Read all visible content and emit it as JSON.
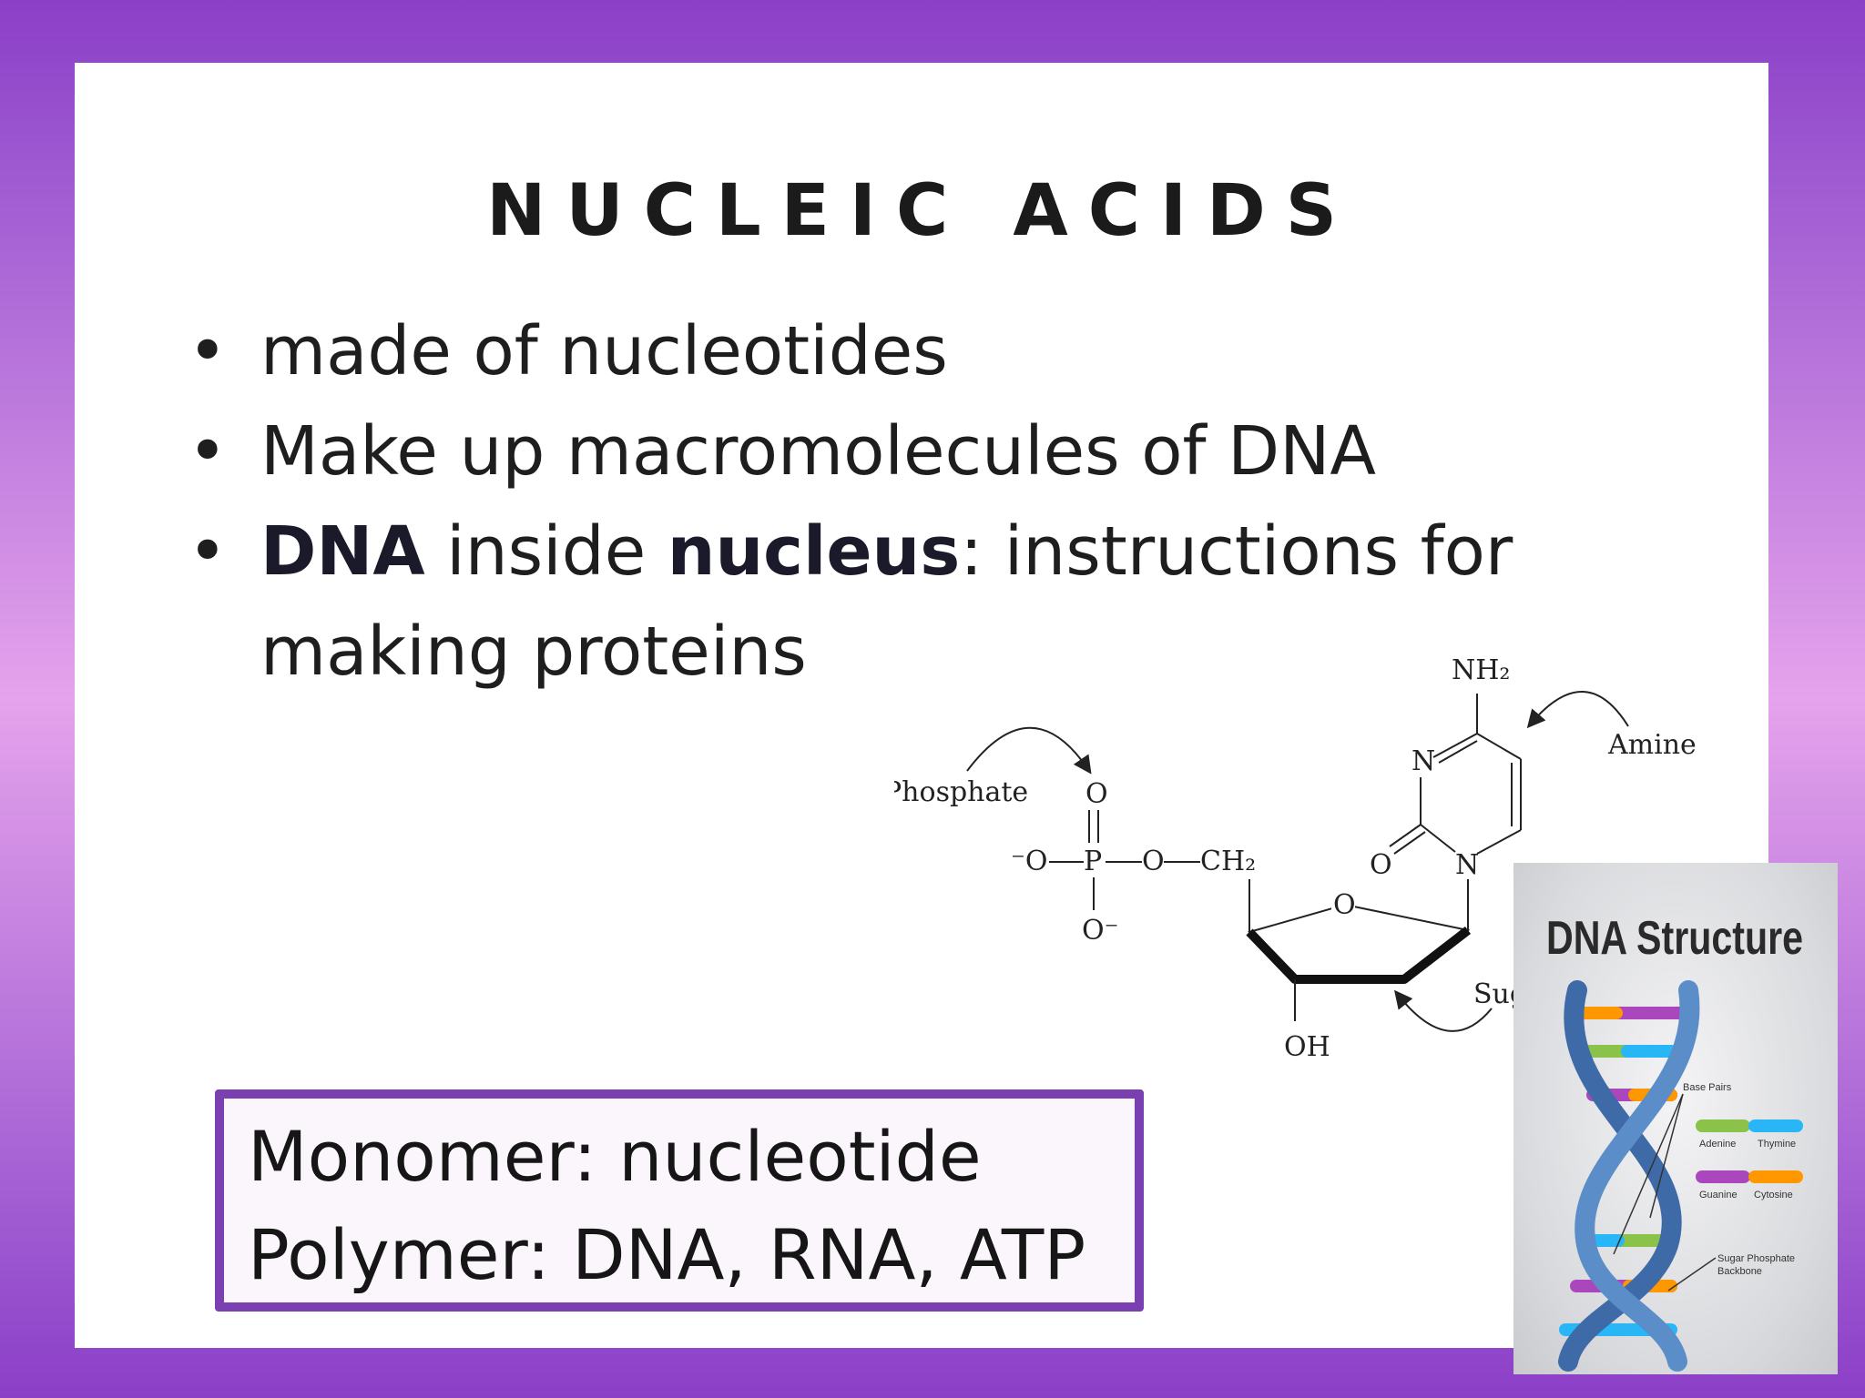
{
  "slide": {
    "title": "NUCLEIC ACIDS",
    "bullets": [
      {
        "text": "made of nucleotides"
      },
      {
        "text": "Make up macromolecules of DNA"
      },
      {
        "bold1": "DNA",
        "mid1": " inside ",
        "bold2": "nucleus",
        "rest": ":  instructions for making proteins"
      }
    ],
    "bullet_symbol": "•",
    "box": {
      "line1": "Monomer: nucleotide",
      "line2": "Polymer: DNA, RNA, ATP"
    }
  },
  "diagram": {
    "labels": {
      "phosphate": "Phosphate",
      "amine": "Amine",
      "sugar": "Sugar",
      "nh2": "NH₂",
      "o_top": "O",
      "o_minus_left": "⁻O",
      "p": "P",
      "o_link": "O",
      "ch2": "CH₂",
      "o_bottom": "O⁻",
      "o_ring": "O",
      "o_carbonyl": "O",
      "n_top": "N",
      "n_bottom": "N",
      "oh": "OH"
    }
  },
  "poster": {
    "title": "DNA Structure",
    "labels": {
      "base_pairs": "Base Pairs",
      "adenine": "Adenine",
      "thymine": "Thymine",
      "guanine": "Guanine",
      "cytosine": "Cytosine",
      "backbone_line1": "Sugar Phosphate",
      "backbone_line2": "Backbone"
    }
  },
  "colors": {
    "frame_purple": "#8b3fc7",
    "frame_pink": "#e5a3ec",
    "box_border": "#7a3fb0",
    "adenine": "#8bc34a",
    "thymine": "#29b6f6",
    "guanine": "#ab47bc",
    "cytosine": "#ff9800",
    "backbone": "#3f6aa8"
  }
}
